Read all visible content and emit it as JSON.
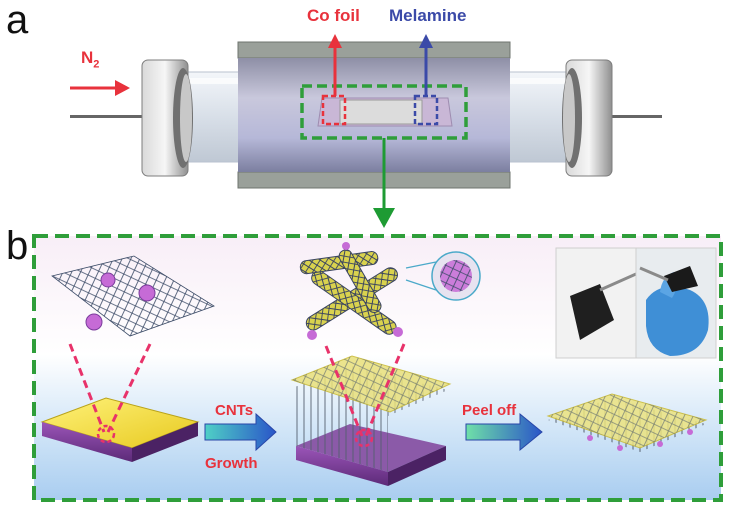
{
  "panels": {
    "a": {
      "letter": "a",
      "labels": {
        "co_foil": "Co foil",
        "melamine": "Melamine",
        "gas": "N",
        "gas_subscript": "2"
      }
    },
    "b": {
      "letter": "b",
      "steps": {
        "cnts": "CNTs",
        "growth": "Growth",
        "peel_off": "Peel off"
      }
    }
  },
  "colors": {
    "co_foil": "#e8323c",
    "melamine": "#3b4aa8",
    "n2_arrow": "#e8323c",
    "dashed_frame": "#2f9e3a",
    "green_arrow": "#1e9b33",
    "substrate_yellow": "#f2e23a",
    "substrate_purple": "#7a3c9c",
    "cnt_dots": "#c66bd6",
    "callout_dashes": "#e8326a",
    "step_arrow": "#2f6fd0"
  }
}
